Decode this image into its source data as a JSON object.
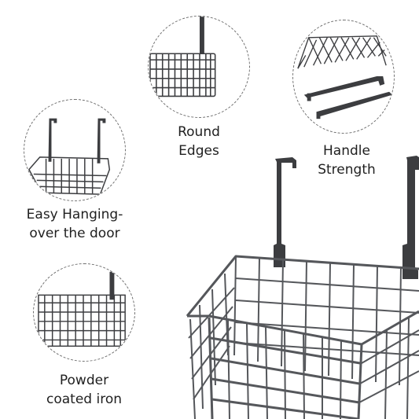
{
  "features": [
    {
      "id": "round-edges",
      "label_line1": "Round",
      "label_line2": "Edges",
      "icon": "basket-top-edge-icon"
    },
    {
      "id": "handle-strength",
      "label_line1": "Handle",
      "label_line2": "Strength",
      "icon": "hooks-mesh-icon"
    },
    {
      "id": "easy-hanging",
      "label_line1": "Easy Hanging-",
      "label_line2": "over the door",
      "icon": "basket-hooks-icon"
    },
    {
      "id": "powder-coated",
      "label_line1": "Powder",
      "label_line2": "coated iron",
      "icon": "basket-corner-icon"
    }
  ],
  "colors": {
    "metal": "#3c3d40",
    "wire": "#55575b",
    "dashed_outline": "#6e6e6e",
    "text": "#1f1f1f",
    "background": "#ffffff"
  }
}
